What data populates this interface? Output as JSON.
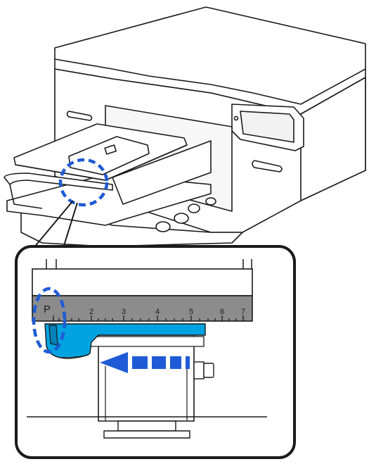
{
  "detail": {
    "scale": {
      "start_label": "P",
      "marks": [
        "2",
        "3",
        "4",
        "5",
        "6",
        "7"
      ]
    }
  },
  "colors": {
    "highlight": "#1f5bd6",
    "lever": "#00a3e0",
    "outline": "#1a1a1a",
    "scale_band": "#8c8c8c"
  },
  "icons": {
    "movement_arrow": "dashed-arrow-left",
    "highlight_circle": "dashed-circle"
  }
}
